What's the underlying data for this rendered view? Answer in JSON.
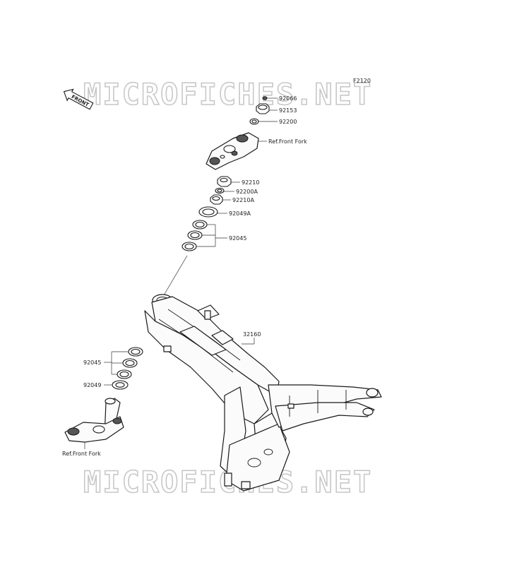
{
  "diagram": {
    "ref_code": "F2120",
    "watermark_text": "MICROFICHES.NET",
    "front_arrow_text": "FRONT",
    "labels": {
      "p92066": "92066",
      "p92153": "92153",
      "p92200": "92200",
      "ref_front_fork_top": "Ref.Front Fork",
      "p92210": "92210",
      "p92200A": "92200A",
      "p92210A": "92210A",
      "p92049A": "92049A",
      "p92045_top": "92045",
      "p32160": "32160",
      "p92045_bottom": "92045",
      "p92049": "92049",
      "ref_front_fork_bottom": "Ref.Front Fork"
    }
  }
}
